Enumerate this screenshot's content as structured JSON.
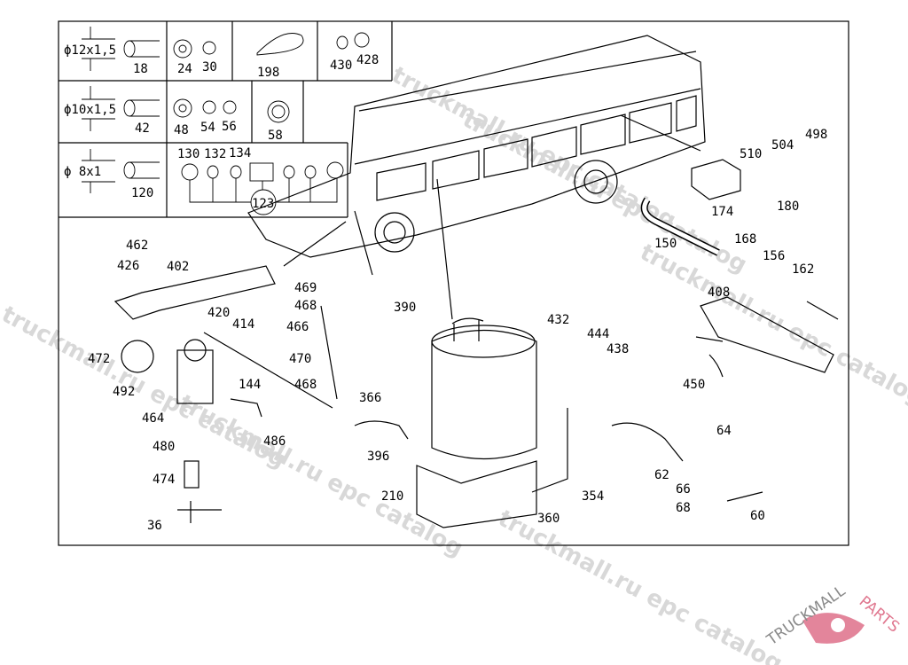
{
  "watermark": "truckmall.ru epc catalog",
  "logo": {
    "text_grey": "TRUCKMALL",
    "text_pink": "PARTS",
    "accent": "#e07890"
  },
  "table": {
    "pipe_sizes": [
      "ϕ12x1,5",
      "ϕ10x1,5",
      "ϕ 8x1"
    ],
    "labels": [
      "18",
      "24",
      "30",
      "198",
      "430",
      "428",
      "42",
      "48",
      "54",
      "56",
      "58",
      "130",
      "132",
      "134",
      "123",
      "120"
    ]
  },
  "callouts": [
    "498",
    "510",
    "504",
    "174",
    "180",
    "150",
    "168",
    "156",
    "162",
    "462",
    "426",
    "402",
    "408",
    "469",
    "468",
    "466",
    "470",
    "468",
    "390",
    "420",
    "414",
    "432",
    "444",
    "438",
    "472",
    "492",
    "144",
    "366",
    "464",
    "480",
    "486",
    "396",
    "474",
    "450",
    "64",
    "62",
    "66",
    "68",
    "60",
    "354",
    "360",
    "210",
    "36"
  ]
}
